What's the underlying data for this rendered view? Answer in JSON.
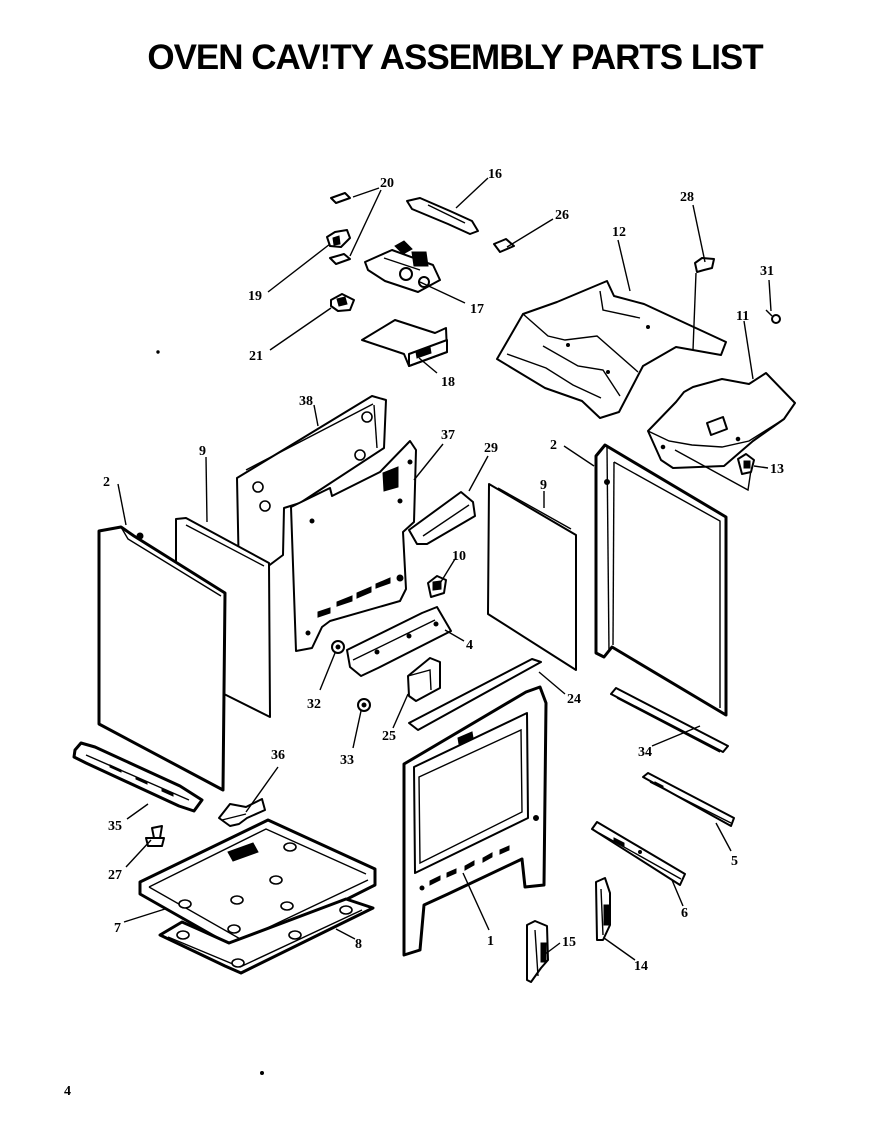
{
  "title": "OVEN CAV!TY ASSEMBLY PARTS LIST",
  "page_number": "4",
  "callouts": [
    "20",
    "16",
    "26",
    "28",
    "12",
    "31",
    "11",
    "19",
    "17",
    "21",
    "18",
    "38",
    "37",
    "29",
    "2",
    "9",
    "9",
    "2",
    "13",
    "10",
    "4",
    "32",
    "24",
    "25",
    "33",
    "34",
    "36",
    "35",
    "5",
    "27",
    "7",
    "6",
    "1",
    "8",
    "15",
    "14"
  ]
}
